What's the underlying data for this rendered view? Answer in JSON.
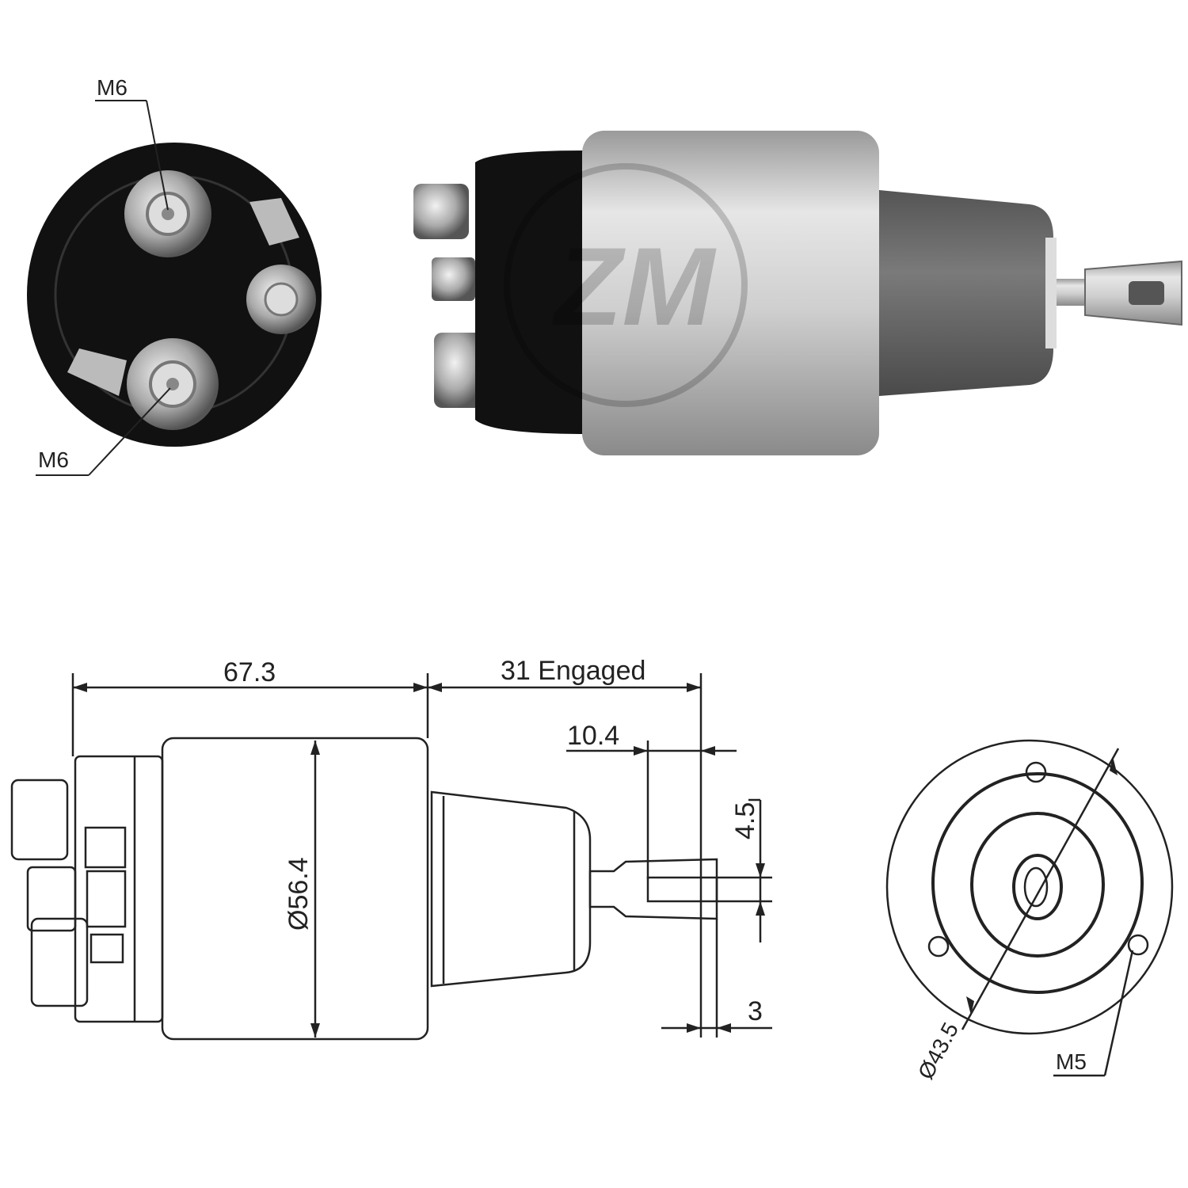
{
  "photos": {
    "end_view": {
      "callouts": [
        {
          "text": "M6"
        },
        {
          "text": "M6"
        }
      ]
    },
    "side_view": {},
    "watermark": "ZM"
  },
  "drawing": {
    "side": {
      "body_length": "67.3",
      "engaged_stroke": "31 Engaged",
      "eye_offset": "10.4",
      "slot_width": "4.5",
      "body_diameter": "Ø56.4",
      "eye_thickness": "3"
    },
    "end": {
      "bolt_circle": "Ø43.5",
      "thread": "M5"
    }
  },
  "colors": {
    "housing_black": "#111111",
    "shell_silver": "#c8c8c8",
    "boot_gray": "#6e6e6e",
    "line": "#222222"
  }
}
